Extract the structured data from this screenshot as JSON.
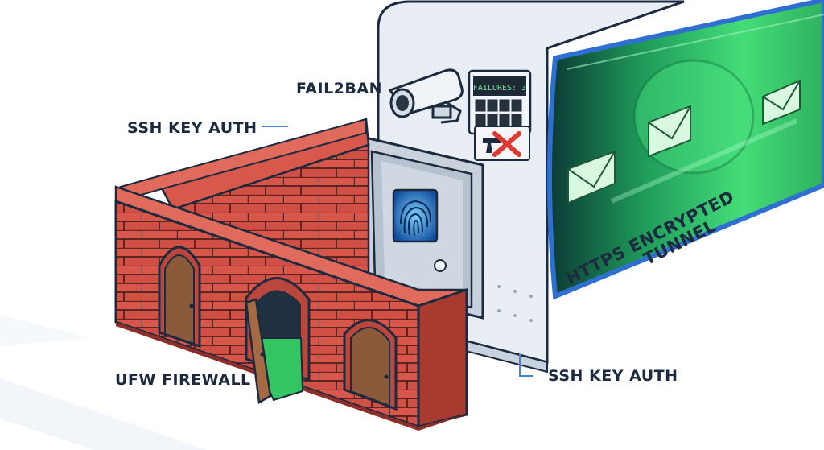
{
  "labels": {
    "fail2ban": "FAIL2BAN",
    "ssh_key_auth_top": "SSH KEY AUTH",
    "ufw_firewall": "UFW FIREWALL",
    "ssh_key_auth_bottom": "SSH KEY AUTH",
    "https_tunnel_line1": "HTTPS ENCRYPTED",
    "https_tunnel_line2": "TUNNEL"
  },
  "monitor": {
    "display": "FAILURES: 3"
  },
  "icons": [
    "security-camera-icon",
    "fingerprint-icon",
    "envelope-icon",
    "blocked-x-icon",
    "door-icon"
  ],
  "colors": {
    "brick": "#c8473a",
    "tunnel_green": "#3bd46a",
    "tunnel_border": "#2f6fd1",
    "scanner_glow": "#3fa3ff",
    "server_panel": "#e9eef4"
  }
}
